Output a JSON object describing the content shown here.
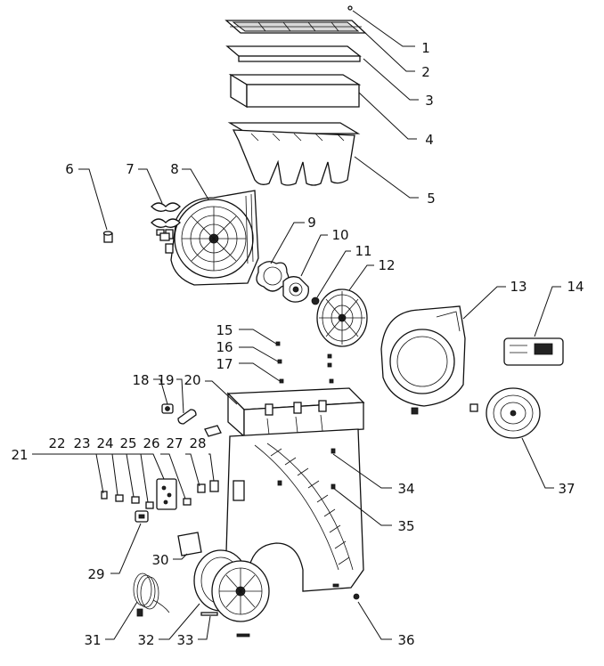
{
  "diagram": {
    "type": "exploded-parts-view",
    "callouts": [
      "1",
      "2",
      "3",
      "4",
      "5",
      "6",
      "7",
      "8",
      "9",
      "10",
      "11",
      "12",
      "13",
      "14",
      "15",
      "16",
      "17",
      "18",
      "19",
      "20",
      "21",
      "22",
      "23",
      "24",
      "25",
      "26",
      "27",
      "28",
      "29",
      "30",
      "31",
      "32",
      "33",
      "34",
      "35",
      "36",
      "37"
    ]
  }
}
